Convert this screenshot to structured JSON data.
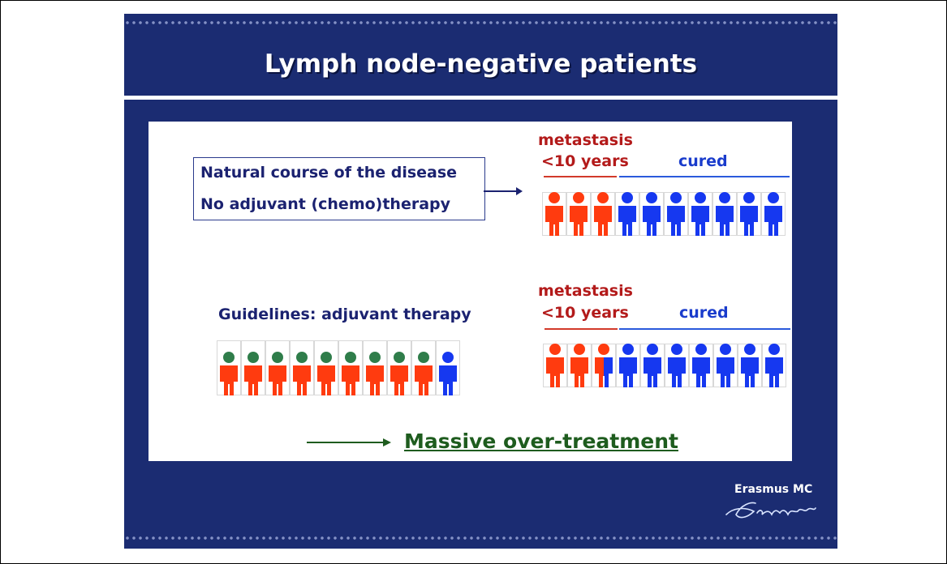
{
  "title": "Lymph node-negative patients",
  "box": {
    "line1": "Natural course of the disease",
    "line2": "No adjuvant (chemo)therapy"
  },
  "top_group": {
    "label_metastasis": "metastasis",
    "label_years": "<10 years",
    "label_cured": "cured",
    "red_count": 3,
    "blue_count": 7
  },
  "bottom_group": {
    "label_metastasis": "metastasis",
    "label_years": "<10 years",
    "label_cured": "cured",
    "red_count": 2,
    "split_count": 1,
    "blue_count": 7
  },
  "guidelines": {
    "label": "Guidelines: adjuvant therapy",
    "treated_count": 9,
    "untreated_count": 1
  },
  "conclusion": "Massive over-treatment",
  "logo": "Erasmus MC",
  "colors": {
    "slide_bg": "#1b2c72",
    "red": "#ff3b0f",
    "blue": "#1638f0",
    "green": "#2f7d4a",
    "conclusion": "#1e5c1e"
  }
}
